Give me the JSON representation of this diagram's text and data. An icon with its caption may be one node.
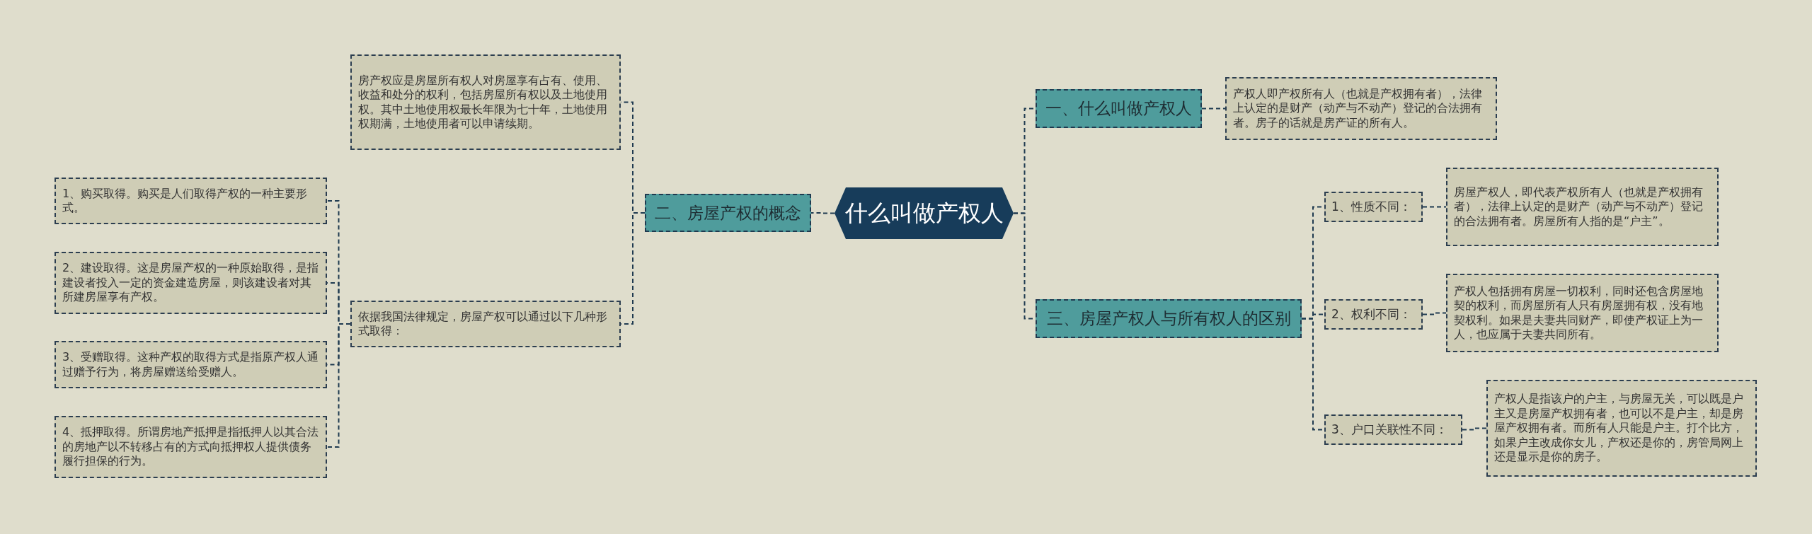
{
  "diagram": {
    "nodes": [
      {
        "text": [
          "什么叫做产权人"
        ]
      },
      {
        "text": [
          "一、什么叫做产权人"
        ]
      },
      {
        "text": [
          "产权人即产权所有人（也就是产权拥有者），法律上认定的是财产（动产与不动产）登记的合法拥有者。房子的话就是房产证的所有人。"
        ]
      },
      {
        "text": [
          "三、房屋产权人与所有权人的区别"
        ]
      },
      {
        "text": [
          "1、性质不同："
        ]
      },
      {
        "text": [
          "房屋产权人，即代表产权所有人（也就是产权拥有者），法律上认定的是财产（动产与不动产）登记的合法拥有者。房屋所有人指的是“户主”。"
        ]
      },
      {
        "text": [
          "2、权利不同："
        ]
      },
      {
        "text": [
          "产权人包括拥有房屋一切权利，同时还包含房屋地契的权利，而房屋所有人只有房屋拥有权，没有地契权利。如果是夫妻共同财产，即使产权证上为一人，也应属于夫妻共同所有。"
        ]
      },
      {
        "text": [
          "3、户口关联性不同："
        ]
      },
      {
        "text": [
          "产权人是指该户的户主，与房屋无关，可以既是户主又是房屋产权拥有者，也可以不是户主，却是房屋产权拥有者。而所有人只能是户主。打个比方，如果户主改成你女儿，产权还是你的，房管局网上还是显示是你的房子。"
        ]
      },
      {
        "text": [
          "二、房屋产权的概念"
        ]
      },
      {
        "text": [
          "房产权应是房屋所有权人对房屋享有占有、使用、收益和处分的权利，包括房屋所有权以及土地使用权。其中土地使用权最长年限为七十年，土地使用权期满，土地使用者可以申请续期。"
        ]
      },
      {
        "text": [
          "依据我国法律规定，房屋产权可以通过以下几种形式取得："
        ]
      },
      {
        "text": [
          "1、购买取得。购买是人们取得产权的一种主要形式。"
        ]
      },
      {
        "text": [
          "2、建设取得。这是房屋产权的一种原始取得，是指建设者投入一定的资金建造房屋，则该建设者对其所建房屋享有产权。"
        ]
      },
      {
        "text": [
          "3、受赠取得。这种产权的取得方式是指原产权人通过赠予行为，将房屋赠送给受赠人。"
        ]
      },
      {
        "text": [
          "4、抵押取得。所谓房地产抵押是指抵押人以其合法的房地产以不转移占有的方式向抵押权人提供债务履行担保的行为。"
        ]
      }
    ],
    "edges": [
      {
        "from": 0,
        "to": 1,
        "arrow": "none"
      },
      {
        "from": 0,
        "to": 3,
        "arrow": "none"
      },
      {
        "from": 0,
        "to": 10,
        "arrow": "none"
      },
      {
        "from": 1,
        "to": 2,
        "arrow": "none"
      },
      {
        "from": 3,
        "to": 4,
        "arrow": "none"
      },
      {
        "from": 3,
        "to": 6,
        "arrow": "none"
      },
      {
        "from": 3,
        "to": 8,
        "arrow": "none"
      },
      {
        "from": 4,
        "to": 5,
        "arrow": "none"
      },
      {
        "from": 6,
        "to": 7,
        "arrow": "none"
      },
      {
        "from": 8,
        "to": 9,
        "arrow": "none"
      },
      {
        "from": 10,
        "to": 11,
        "arrow": "none"
      },
      {
        "from": 10,
        "to": 12,
        "arrow": "none"
      },
      {
        "from": 12,
        "to": 13,
        "arrow": "none"
      },
      {
        "from": 12,
        "to": 14,
        "arrow": "none"
      },
      {
        "from": 12,
        "to": 15,
        "arrow": "none"
      },
      {
        "from": 12,
        "to": 16,
        "arrow": "none"
      }
    ]
  }
}
